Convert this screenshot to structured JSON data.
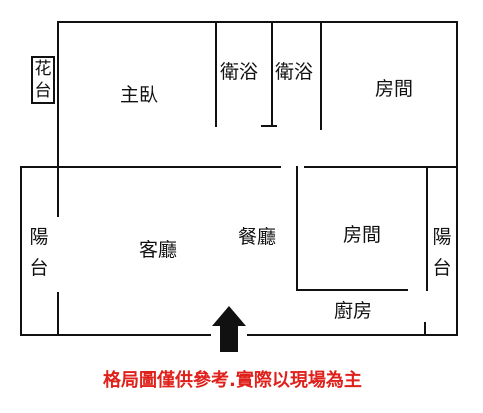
{
  "colors": {
    "wall": "#111111",
    "note": "#e0201b",
    "background": "#ffffff"
  },
  "rooms": {
    "master_bedroom": "主臥",
    "bath_1": "衛浴",
    "bath_2": "衛浴",
    "bedroom_top_right": "房間",
    "bedroom_middle": "房間",
    "balcony_left": "陽台",
    "balcony_right": "陽台",
    "living_room": "客廳",
    "dining_room": "餐廳",
    "kitchen": "廚房",
    "flower_box": "花台"
  },
  "entrance_icon": "arrow-up-icon",
  "note": "格局圖僅供參考.實際以現場為主"
}
